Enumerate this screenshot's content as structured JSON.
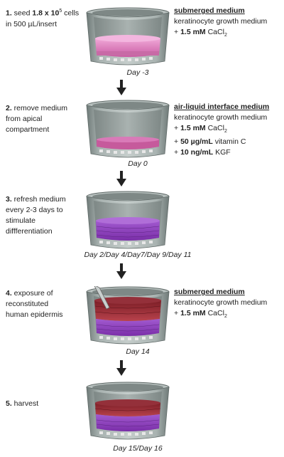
{
  "steps": [
    {
      "num": "1.",
      "text1_pre": " seed ",
      "text1_bold": "1.8 x 10",
      "text1_sup": "5",
      "text1_post": " cells",
      "text2": "in 500 µL/insert",
      "day": "Day -3"
    },
    {
      "num": "2.",
      "text1": " remove medium",
      "text2": "from apical",
      "text3": "compartment",
      "day": "Day 0"
    },
    {
      "num": "3.",
      "text1": " refresh medium",
      "text2": "every 2-3 days to",
      "text3": "stimulate",
      "text4": "diffferentiation",
      "day": "Day 2/Day 4/Day7/Day 9/Day 11"
    },
    {
      "num": "4.",
      "text1": " exposure of",
      "text2": "reconstituted",
      "text3": "human epidermis",
      "day": "Day 14"
    },
    {
      "num": "5.",
      "text1": " harvest",
      "day": "Day 15/Day 16"
    }
  ],
  "media": {
    "submerged1": {
      "title": "submerged medium",
      "line1": "keratinocyte growth medium",
      "line2_pre": "+ ",
      "line2_bold": "1.5 mM",
      "line2_post": " CaCl",
      "line2_sub": "2"
    },
    "ali": {
      "title": "air-liquid interface medium",
      "line1": "keratinocyte growth medium",
      "line2_pre": "+ ",
      "line2_bold": "1.5 mM",
      "line2_post": " CaCl",
      "line2_sub": "2",
      "line3_pre": "+ ",
      "line3_bold": "50 µg/mL",
      "line3_post": " vitamin C",
      "line4_pre": "+ ",
      "line4_bold": "10 ng/mL",
      "line4_post": " KGF"
    },
    "submerged2": {
      "title": "submerged medium",
      "line1": "keratinocyte growth medium",
      "line2_pre": "+ ",
      "line2_bold": "1.5 mM",
      "line2_post": " CaCl",
      "line2_sub": "2"
    }
  },
  "colors": {
    "insert_gray": "#8f9a98",
    "insert_dark": "#5e6866",
    "medium_pink": "#d874b6",
    "cell_red": "#a8303a",
    "cell_purple": "#8b3fb5"
  }
}
